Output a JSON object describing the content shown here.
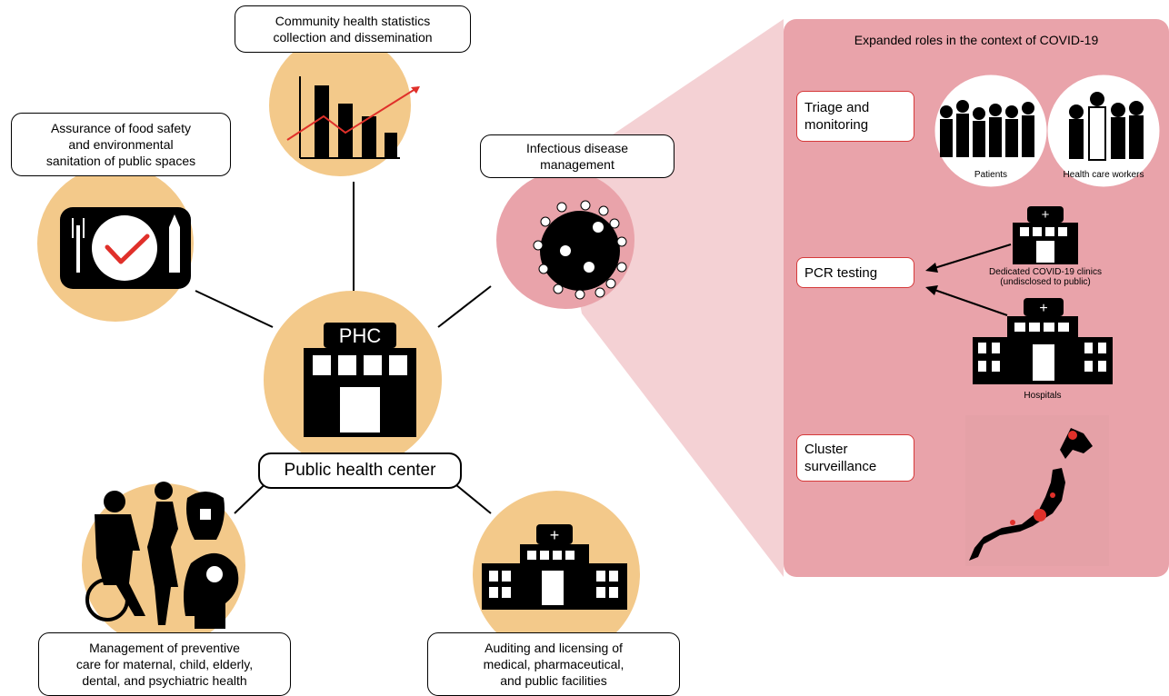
{
  "center": {
    "icon_text": "PHC",
    "label": "Public health center"
  },
  "roles": {
    "statistics": [
      "Community health statistics",
      "collection and dissemination"
    ],
    "food_safety": [
      "Assurance of food safety",
      "and environmental",
      "sanitation of public spaces"
    ],
    "infectious": [
      "Infectious disease",
      "management"
    ],
    "preventive": [
      "Management of preventive",
      "care for maternal, child, elderly,",
      "dental, and psychiatric health"
    ],
    "auditing": [
      "Auditing and licensing of",
      "medical, pharmaceutical,",
      "and public facilities"
    ]
  },
  "panel": {
    "title": "Expanded roles in the context of COVID-19",
    "triage": [
      "Triage and",
      "monitoring"
    ],
    "patients_label": "Patients",
    "workers_label": "Health care workers",
    "pcr": "PCR testing",
    "clinics_label": [
      "Dedicated COVID-19 clinics",
      "(undisclosed to public)"
    ],
    "hospitals_label": "Hospitals",
    "cluster": [
      "Cluster",
      "surveillance"
    ]
  },
  "colors": {
    "circle_orange": "#f3c98a",
    "circle_pink": "#e9a3aa",
    "panel_pink": "#e9a3aa",
    "accent_red": "#e0302a",
    "callout_border": "#d53a3a"
  },
  "icons": [
    "building-icon",
    "bar-chart-icon",
    "plate-icon",
    "virus-icon",
    "people-icon",
    "hospital-icon",
    "japan-map-icon"
  ]
}
